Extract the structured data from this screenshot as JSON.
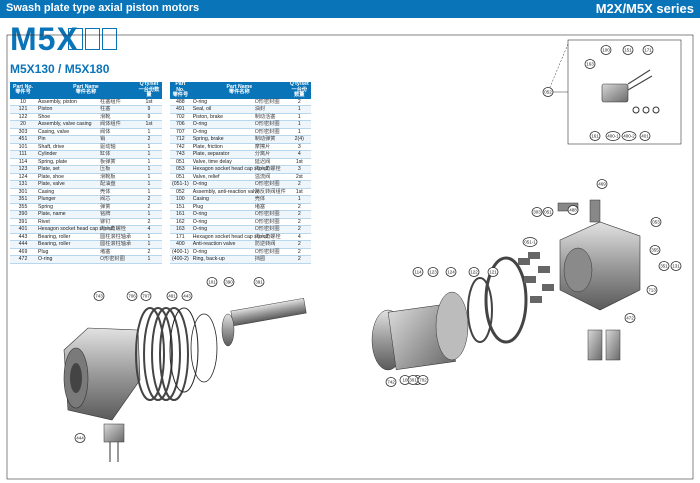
{
  "header": {
    "title": "Swash plate type axial piston motors",
    "series": "M2X/M5X series"
  },
  "model": {
    "name": "M5X",
    "variants": "M5X130 / M5X180"
  },
  "table_headers": {
    "part_no": "Part No.",
    "part_no_cn": "零件号",
    "part_name": "Part Name",
    "part_name_cn": "零件名称",
    "qty": "Q'ty/set",
    "qty_cn": "一台份数量"
  },
  "parts_left": [
    {
      "no": "10",
      "name": "Assembly, piston",
      "cn": "柱塞组件",
      "qty": "1st"
    },
    {
      "no": "121",
      "name": "Piston",
      "cn": "柱塞",
      "qty": "9"
    },
    {
      "no": "122",
      "name": "Shoe",
      "cn": "滑靴",
      "qty": "9"
    },
    {
      "no": "20",
      "name": "Assembly, valve casing",
      "cn": "阀体组件",
      "qty": "1st"
    },
    {
      "no": "303",
      "name": "Casing, valve",
      "cn": "阀体",
      "qty": "1"
    },
    {
      "no": "451",
      "name": "Pin",
      "cn": "销",
      "qty": "2"
    },
    {
      "no": "101",
      "name": "Shaft, drive",
      "cn": "驱动轴",
      "qty": "1"
    },
    {
      "no": "111",
      "name": "Cylinder",
      "cn": "缸体",
      "qty": "1"
    },
    {
      "no": "114",
      "name": "Spring, plate",
      "cn": "板弹簧",
      "qty": "1"
    },
    {
      "no": "123",
      "name": "Plate, set",
      "cn": "压板",
      "qty": "1"
    },
    {
      "no": "124",
      "name": "Plate, shoe",
      "cn": "滑靴板",
      "qty": "1"
    },
    {
      "no": "131",
      "name": "Plate, valve",
      "cn": "配油盘",
      "qty": "1"
    },
    {
      "no": "301",
      "name": "Casing",
      "cn": "壳体",
      "qty": "1"
    },
    {
      "no": "351",
      "name": "Plunger",
      "cn": "阀芯",
      "qty": "2"
    },
    {
      "no": "355",
      "name": "Spring",
      "cn": "弹簧",
      "qty": "2"
    },
    {
      "no": "390",
      "name": "Plate, name",
      "cn": "铭牌",
      "qty": "1"
    },
    {
      "no": "391",
      "name": "Rivet",
      "cn": "铆钉",
      "qty": "2"
    },
    {
      "no": "401",
      "name": "Hexagon socket head cap screw",
      "cn": "内六角螺栓",
      "qty": "4"
    },
    {
      "no": "443",
      "name": "Bearing, roller",
      "cn": "圆柱滚柱轴承",
      "qty": "1"
    },
    {
      "no": "444",
      "name": "Bearing, roller",
      "cn": "圆柱滚柱轴承",
      "qty": "1"
    },
    {
      "no": "469",
      "name": "Plug",
      "cn": "堵塞",
      "qty": "2"
    },
    {
      "no": "472",
      "name": "O-ring",
      "cn": "O形密封圈",
      "qty": "1"
    }
  ],
  "parts_right": [
    {
      "no": "488",
      "name": "O-ring",
      "cn": "O形密封圈",
      "qty": "2"
    },
    {
      "no": "491",
      "name": "Seal, oil",
      "cn": "油封",
      "qty": "1"
    },
    {
      "no": "702",
      "name": "Piston, brake",
      "cn": "制动活塞",
      "qty": "1"
    },
    {
      "no": "706",
      "name": "O-ring",
      "cn": "O形密封圈",
      "qty": "1"
    },
    {
      "no": "707",
      "name": "O-ring",
      "cn": "O形密封圈",
      "qty": "1"
    },
    {
      "no": "712",
      "name": "Spring, brake",
      "cn": "制动弹簧",
      "qty": "2(4)"
    },
    {
      "no": "742",
      "name": "Plate, friction",
      "cn": "摩擦片",
      "qty": "3"
    },
    {
      "no": "743",
      "name": "Plate, separator",
      "cn": "分离片",
      "qty": "4"
    },
    {
      "no": "051",
      "name": "Valve, time delay",
      "cn": "延迟阀",
      "qty": "1st"
    },
    {
      "no": "053",
      "name": "Hexagon socket head cap screw",
      "cn": "内六角螺栓",
      "qty": "3"
    },
    {
      "no": "051",
      "name": "Valve, relief",
      "cn": "溢流阀",
      "qty": "2st"
    },
    {
      "no": "(051-1)",
      "name": "O-ring",
      "cn": "O形密封圈",
      "qty": "2"
    },
    {
      "no": "052",
      "name": "Assembly, anti-reaction valve",
      "cn": "防反转阀组件",
      "qty": "1st"
    },
    {
      "no": "100",
      "name": "Casing",
      "cn": "壳体",
      "qty": "1"
    },
    {
      "no": "151",
      "name": "Plug",
      "cn": "堵塞",
      "qty": "2"
    },
    {
      "no": "161",
      "name": "O-ring",
      "cn": "O形密封圈",
      "qty": "2"
    },
    {
      "no": "162",
      "name": "O-ring",
      "cn": "O形密封圈",
      "qty": "2"
    },
    {
      "no": "163",
      "name": "O-ring",
      "cn": "O形密封圈",
      "qty": "2"
    },
    {
      "no": "171",
      "name": "Hexagon socket head cap screw",
      "cn": "内六角螺栓",
      "qty": "4"
    },
    {
      "no": "400",
      "name": "Anti-reaction valve",
      "cn": "防逆转阀",
      "qty": "2"
    },
    {
      "no": "(400-1)",
      "name": "O-ring",
      "cn": "O形密封圈",
      "qty": "2"
    },
    {
      "no": "(400-2)",
      "name": "Ring, back-up",
      "cn": "挡圈",
      "qty": "2"
    }
  ],
  "callouts": [
    {
      "label": "052"
    },
    {
      "label": "100"
    },
    {
      "label": "151"
    },
    {
      "label": "171"
    },
    {
      "label": "163"
    },
    {
      "label": "161"
    },
    {
      "label": "400-1"
    },
    {
      "label": "400-2"
    },
    {
      "label": "401"
    },
    {
      "label": "469"
    },
    {
      "label": "488"
    },
    {
      "label": "303"
    },
    {
      "label": "051"
    },
    {
      "label": "053"
    },
    {
      "label": "355"
    },
    {
      "label": "351"
    },
    {
      "label": "131"
    },
    {
      "label": "713"
    },
    {
      "label": "051-1"
    },
    {
      "label": "472"
    },
    {
      "label": "114"
    },
    {
      "label": "123"
    },
    {
      "label": "124"
    },
    {
      "label": "122"
    },
    {
      "label": "121"
    },
    {
      "label": "111"
    },
    {
      "label": "10"
    },
    {
      "label": "301"
    },
    {
      "label": "702"
    },
    {
      "label": "742"
    },
    {
      "label": "743"
    },
    {
      "label": "706"
    },
    {
      "label": "707"
    },
    {
      "label": "491"
    },
    {
      "label": "443"
    },
    {
      "label": "101"
    },
    {
      "label": "390"
    },
    {
      "label": "391"
    },
    {
      "label": "444"
    }
  ],
  "colors": {
    "accent": "#0a74b9",
    "row_alt": "#eef5fb"
  }
}
